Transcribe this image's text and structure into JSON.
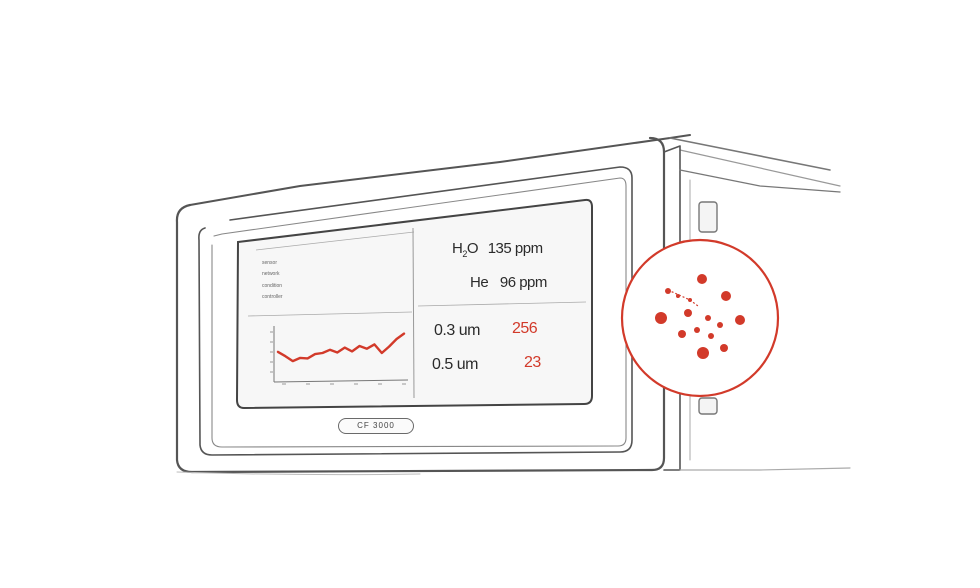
{
  "device": {
    "legend_lines": [
      "sensor",
      "network",
      "condition",
      "controller"
    ],
    "gas_readings": [
      {
        "label": "H2O",
        "value": "135 ppm"
      },
      {
        "label": "He",
        "value": "96 ppm"
      }
    ],
    "particle_readings": [
      {
        "size": "0.3 um",
        "count": "256"
      },
      {
        "size": "0.5 um",
        "count": "23"
      }
    ],
    "brand_label": "CF 3000",
    "accent_color": "#d23a2a",
    "line_color": "#555555"
  },
  "chart_data": {
    "type": "line",
    "title": "",
    "xlabel": "",
    "ylabel": "",
    "x": [
      0,
      1,
      2,
      3,
      4,
      5,
      6,
      7,
      8,
      9,
      10,
      11,
      12,
      13,
      14,
      15,
      16,
      17
    ],
    "series": [
      {
        "values": [
          5.2,
          4.4,
          3.5,
          4.1,
          4.0,
          4.8,
          5.0,
          5.6,
          5.1,
          6.0,
          5.3,
          6.3,
          5.8,
          6.6,
          5.0,
          6.2,
          7.6,
          8.6
        ]
      }
    ],
    "ylim": [
      0,
      10
    ],
    "grid": false
  }
}
